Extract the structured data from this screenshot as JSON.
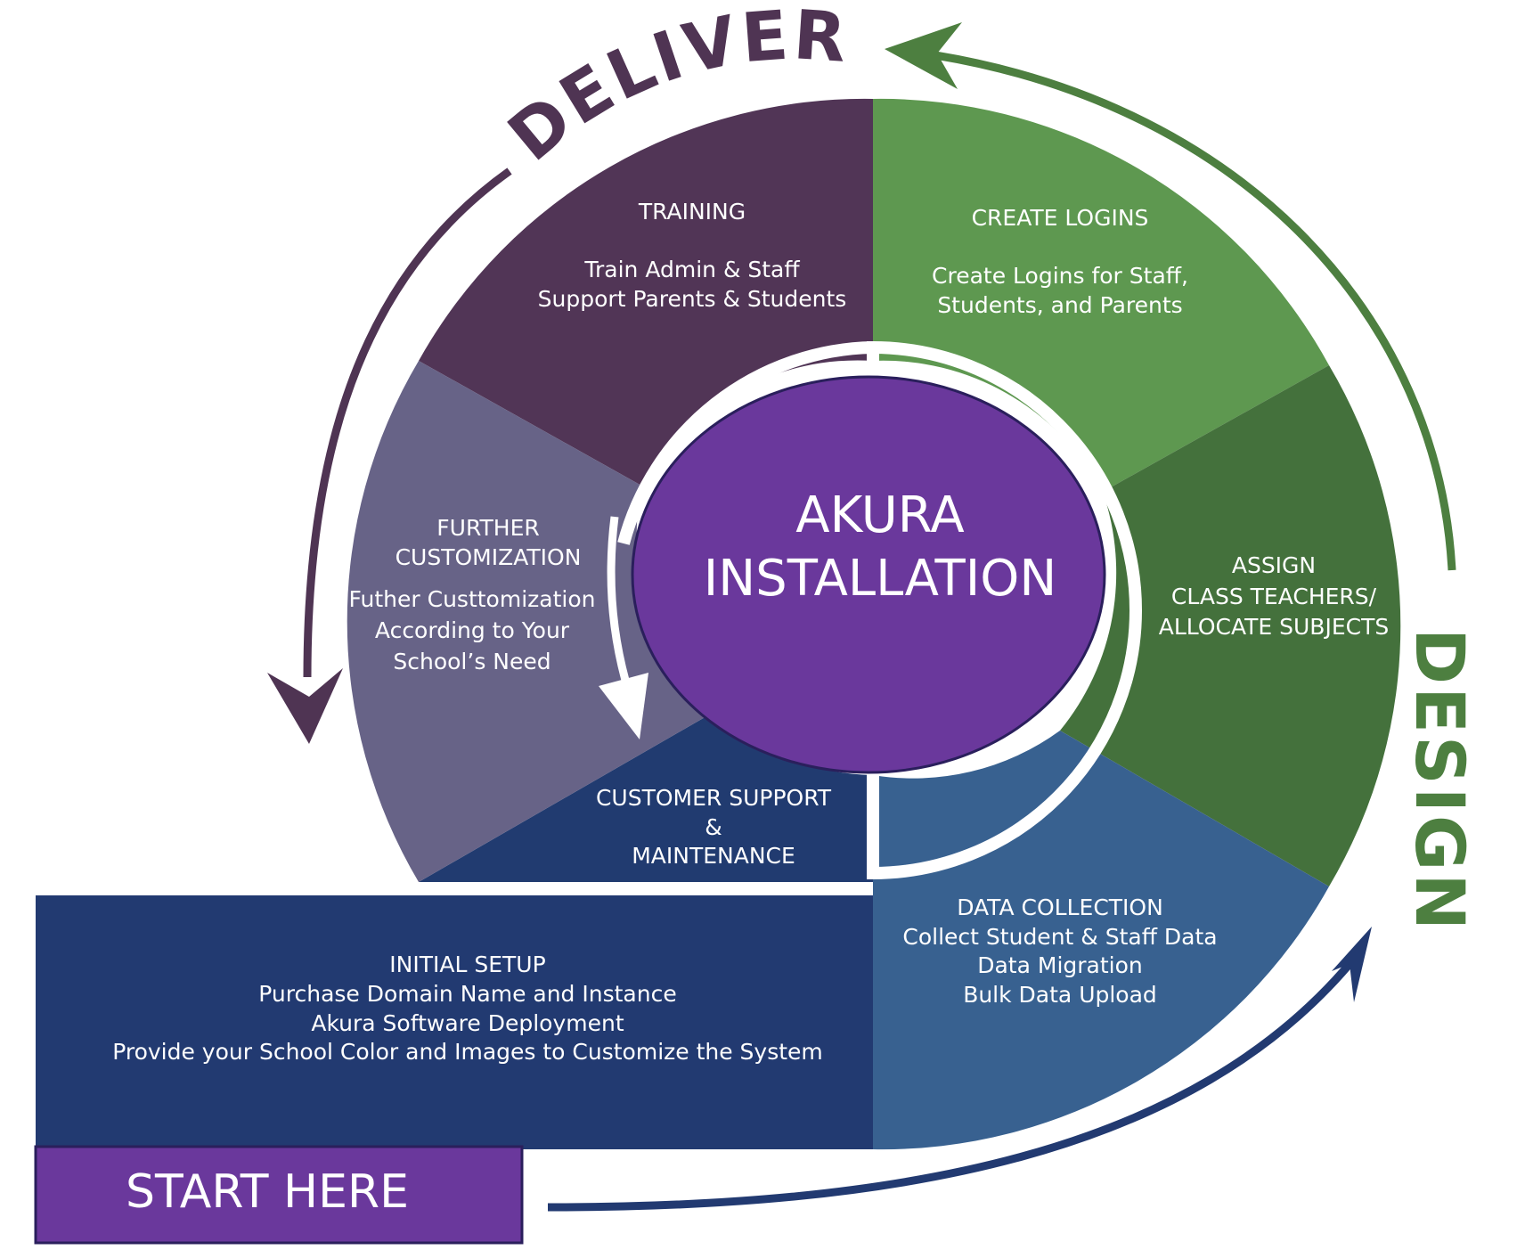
{
  "cycle_labels": {
    "deliver": "DELIVER",
    "design": "DESIGN"
  },
  "center": {
    "line1": "AKURA",
    "line2": "INSTALLATION"
  },
  "segments": {
    "training": {
      "title": "TRAINING",
      "lines": [
        "Train Admin & Staff",
        "Support Parents & Students"
      ]
    },
    "create_logins": {
      "title": "CREATE LOGINS",
      "lines": [
        "Create Logins for Staff,",
        "Students, and Parents"
      ]
    },
    "assign": {
      "title_lines": [
        "ASSIGN",
        "CLASS TEACHERS/",
        "ALLOCATE SUBJECTS"
      ]
    },
    "data_collection": {
      "title": "DATA COLLECTION",
      "lines": [
        "Collect Student & Staff Data",
        "Data Migration",
        "Bulk Data Upload"
      ]
    },
    "customer_support": {
      "title_lines": [
        "CUSTOMER SUPPORT",
        "&",
        "MAINTENANCE"
      ]
    },
    "further_customization": {
      "title_lines": [
        "FURTHER",
        "CUSTOMIZATION"
      ],
      "lines": [
        "Futher Custtomization",
        "According to Your",
        "School’s Need"
      ]
    },
    "initial_setup": {
      "title": "INITIAL SETUP",
      "lines": [
        "Purchase Domain Name and Instance",
        "Akura Software Deployment",
        "Provide your School Color and Images to Customize the System"
      ]
    }
  },
  "start_button": {
    "label": "START HERE"
  },
  "colors": {
    "training": "#513556",
    "create_logins": "#5e9850",
    "assign": "#44713c",
    "data_collection": "#386190",
    "customer_support": "#213b70",
    "further_customization": "#676387",
    "initial_setup": "#223a71",
    "center": "#6a389c",
    "start_button": "#6a389c",
    "deliver_arrow": "#4f3453",
    "design_arrow": "#4d7f40",
    "bottom_arrow": "#223a71"
  }
}
